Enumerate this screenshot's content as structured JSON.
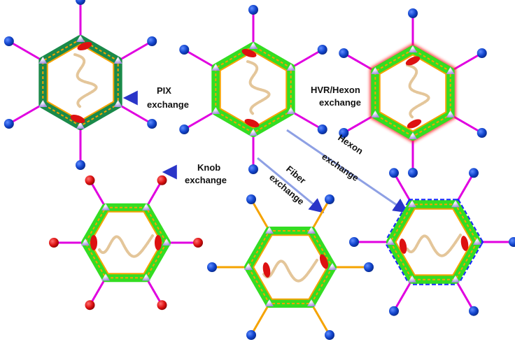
{
  "labels": {
    "pix": [
      "PIX",
      "exchange"
    ],
    "hvr": [
      "HVR/Hexon",
      "exchange"
    ],
    "knob": [
      "Knob",
      "exchange"
    ],
    "fiber": [
      "Fiber",
      "exchange"
    ],
    "hexon": [
      "Hexon",
      "exchange"
    ]
  },
  "colors": {
    "capsid_green": "#33dd22",
    "capsid_dark_green": "#1a8a4a",
    "capsid_orange": "#f5a300",
    "hexon_red_glow": "#ff2a2a",
    "hexon_blue": "#1a2aff",
    "vertex_lavender": "#b9a6e6",
    "fiber_magenta": "#e000e0",
    "fiber_orange": "#f5a300",
    "knob_blue": "#1144cc",
    "knob_red": "#dd1111",
    "ellipse_red": "#dd1111",
    "dna_tan": "#e4c69a",
    "arrow_blue": "#2a35c8"
  },
  "particles": [
    {
      "id": "center",
      "variant": "wild-type"
    },
    {
      "id": "pix",
      "variant": "PIX-exchange"
    },
    {
      "id": "hvr",
      "variant": "HVR/Hexon-exchange"
    },
    {
      "id": "knob",
      "variant": "Knob-exchange"
    },
    {
      "id": "fiber",
      "variant": "Fiber-exchange"
    },
    {
      "id": "hexon",
      "variant": "Hexon-exchange"
    }
  ]
}
